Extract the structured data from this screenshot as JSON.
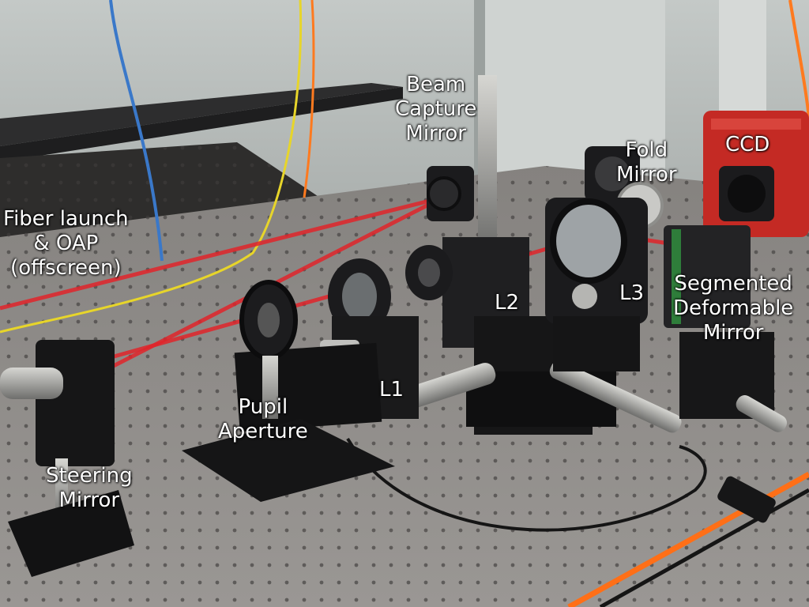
{
  "photo": {
    "colors": {
      "wall": "#b7bdbb",
      "table": "#8e8b88",
      "laser": "#e0242a",
      "mount": "#1b1b1d",
      "steel": "#a9a9a6",
      "ccd_body": "#c42a24",
      "fiber_cable": "#ff7a1f",
      "yellow_cable": "#e7d52a",
      "blue_cable": "#3a78c9"
    },
    "components": [
      "laser-beam",
      "lens-mount",
      "mirror-mount",
      "ccd-camera",
      "optical-table",
      "breadboard"
    ]
  },
  "labels": {
    "beam_capture_mirror": [
      "Beam",
      "Capture",
      "Mirror"
    ],
    "fold_mirror": [
      "Fold",
      "Mirror"
    ],
    "ccd": [
      "CCD"
    ],
    "fiber_launch": [
      "Fiber launch",
      "& OAP",
      "(offscreen)"
    ],
    "l2": [
      "L2"
    ],
    "l3": [
      "L3"
    ],
    "segmented_dm": [
      "Segmented",
      "Deformable",
      "Mirror"
    ],
    "l1": [
      "L1"
    ],
    "pupil_aperture": [
      "Pupil",
      "Aperture"
    ],
    "steering_mirror": [
      "Steering",
      "Mirror"
    ]
  }
}
